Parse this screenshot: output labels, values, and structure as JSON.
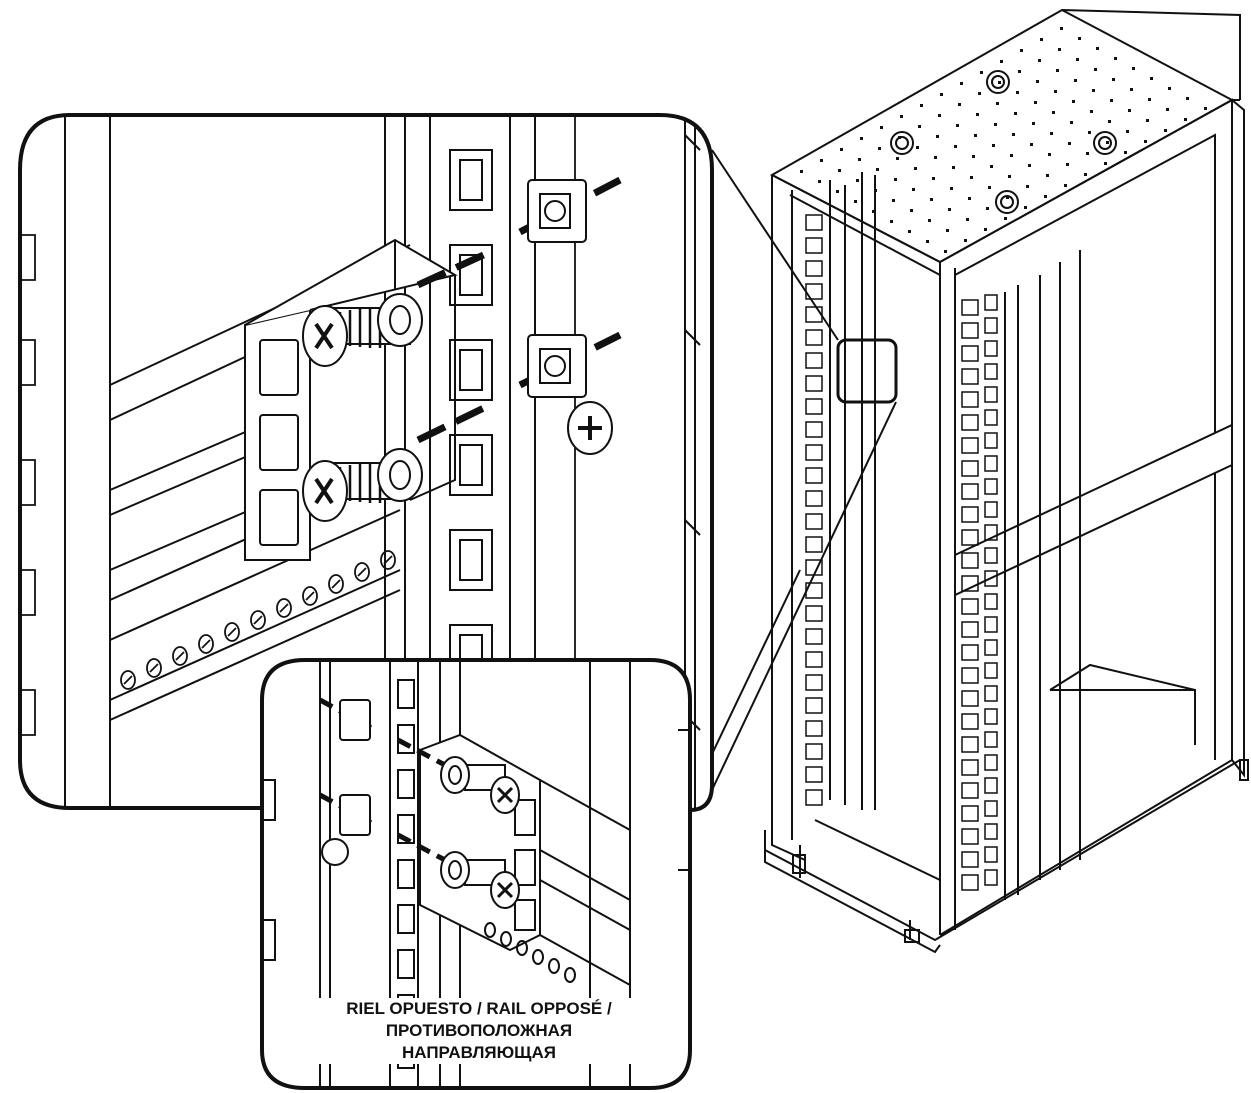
{
  "caption": {
    "line1": "RIEL OPUESTO / RAIL OPPOSÉ /",
    "line2": "ПРОТИВОПОЛОЖНАЯ",
    "line3": "НАПРАВЛЯЮЩАЯ"
  },
  "colors": {
    "ink": "#111111",
    "paper": "#ffffff",
    "shade": "#e8e8e8"
  },
  "icons": [
    "phillips-screw-icon",
    "cage-nut-icon",
    "washer-icon"
  ]
}
